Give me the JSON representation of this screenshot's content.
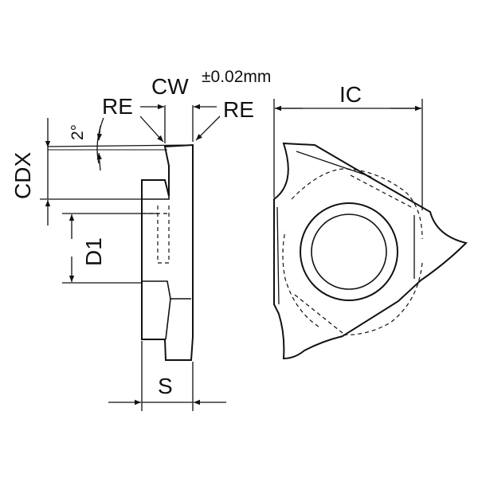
{
  "labels": {
    "cw": "CW",
    "tolerance": "±0.02mm",
    "re_left": "RE",
    "re_right": "RE",
    "angle": "2°",
    "cdx": "CDX",
    "d1": "D1",
    "s": "S",
    "ic": "IC"
  },
  "colors": {
    "stroke": "#111111",
    "background": "#ffffff"
  }
}
